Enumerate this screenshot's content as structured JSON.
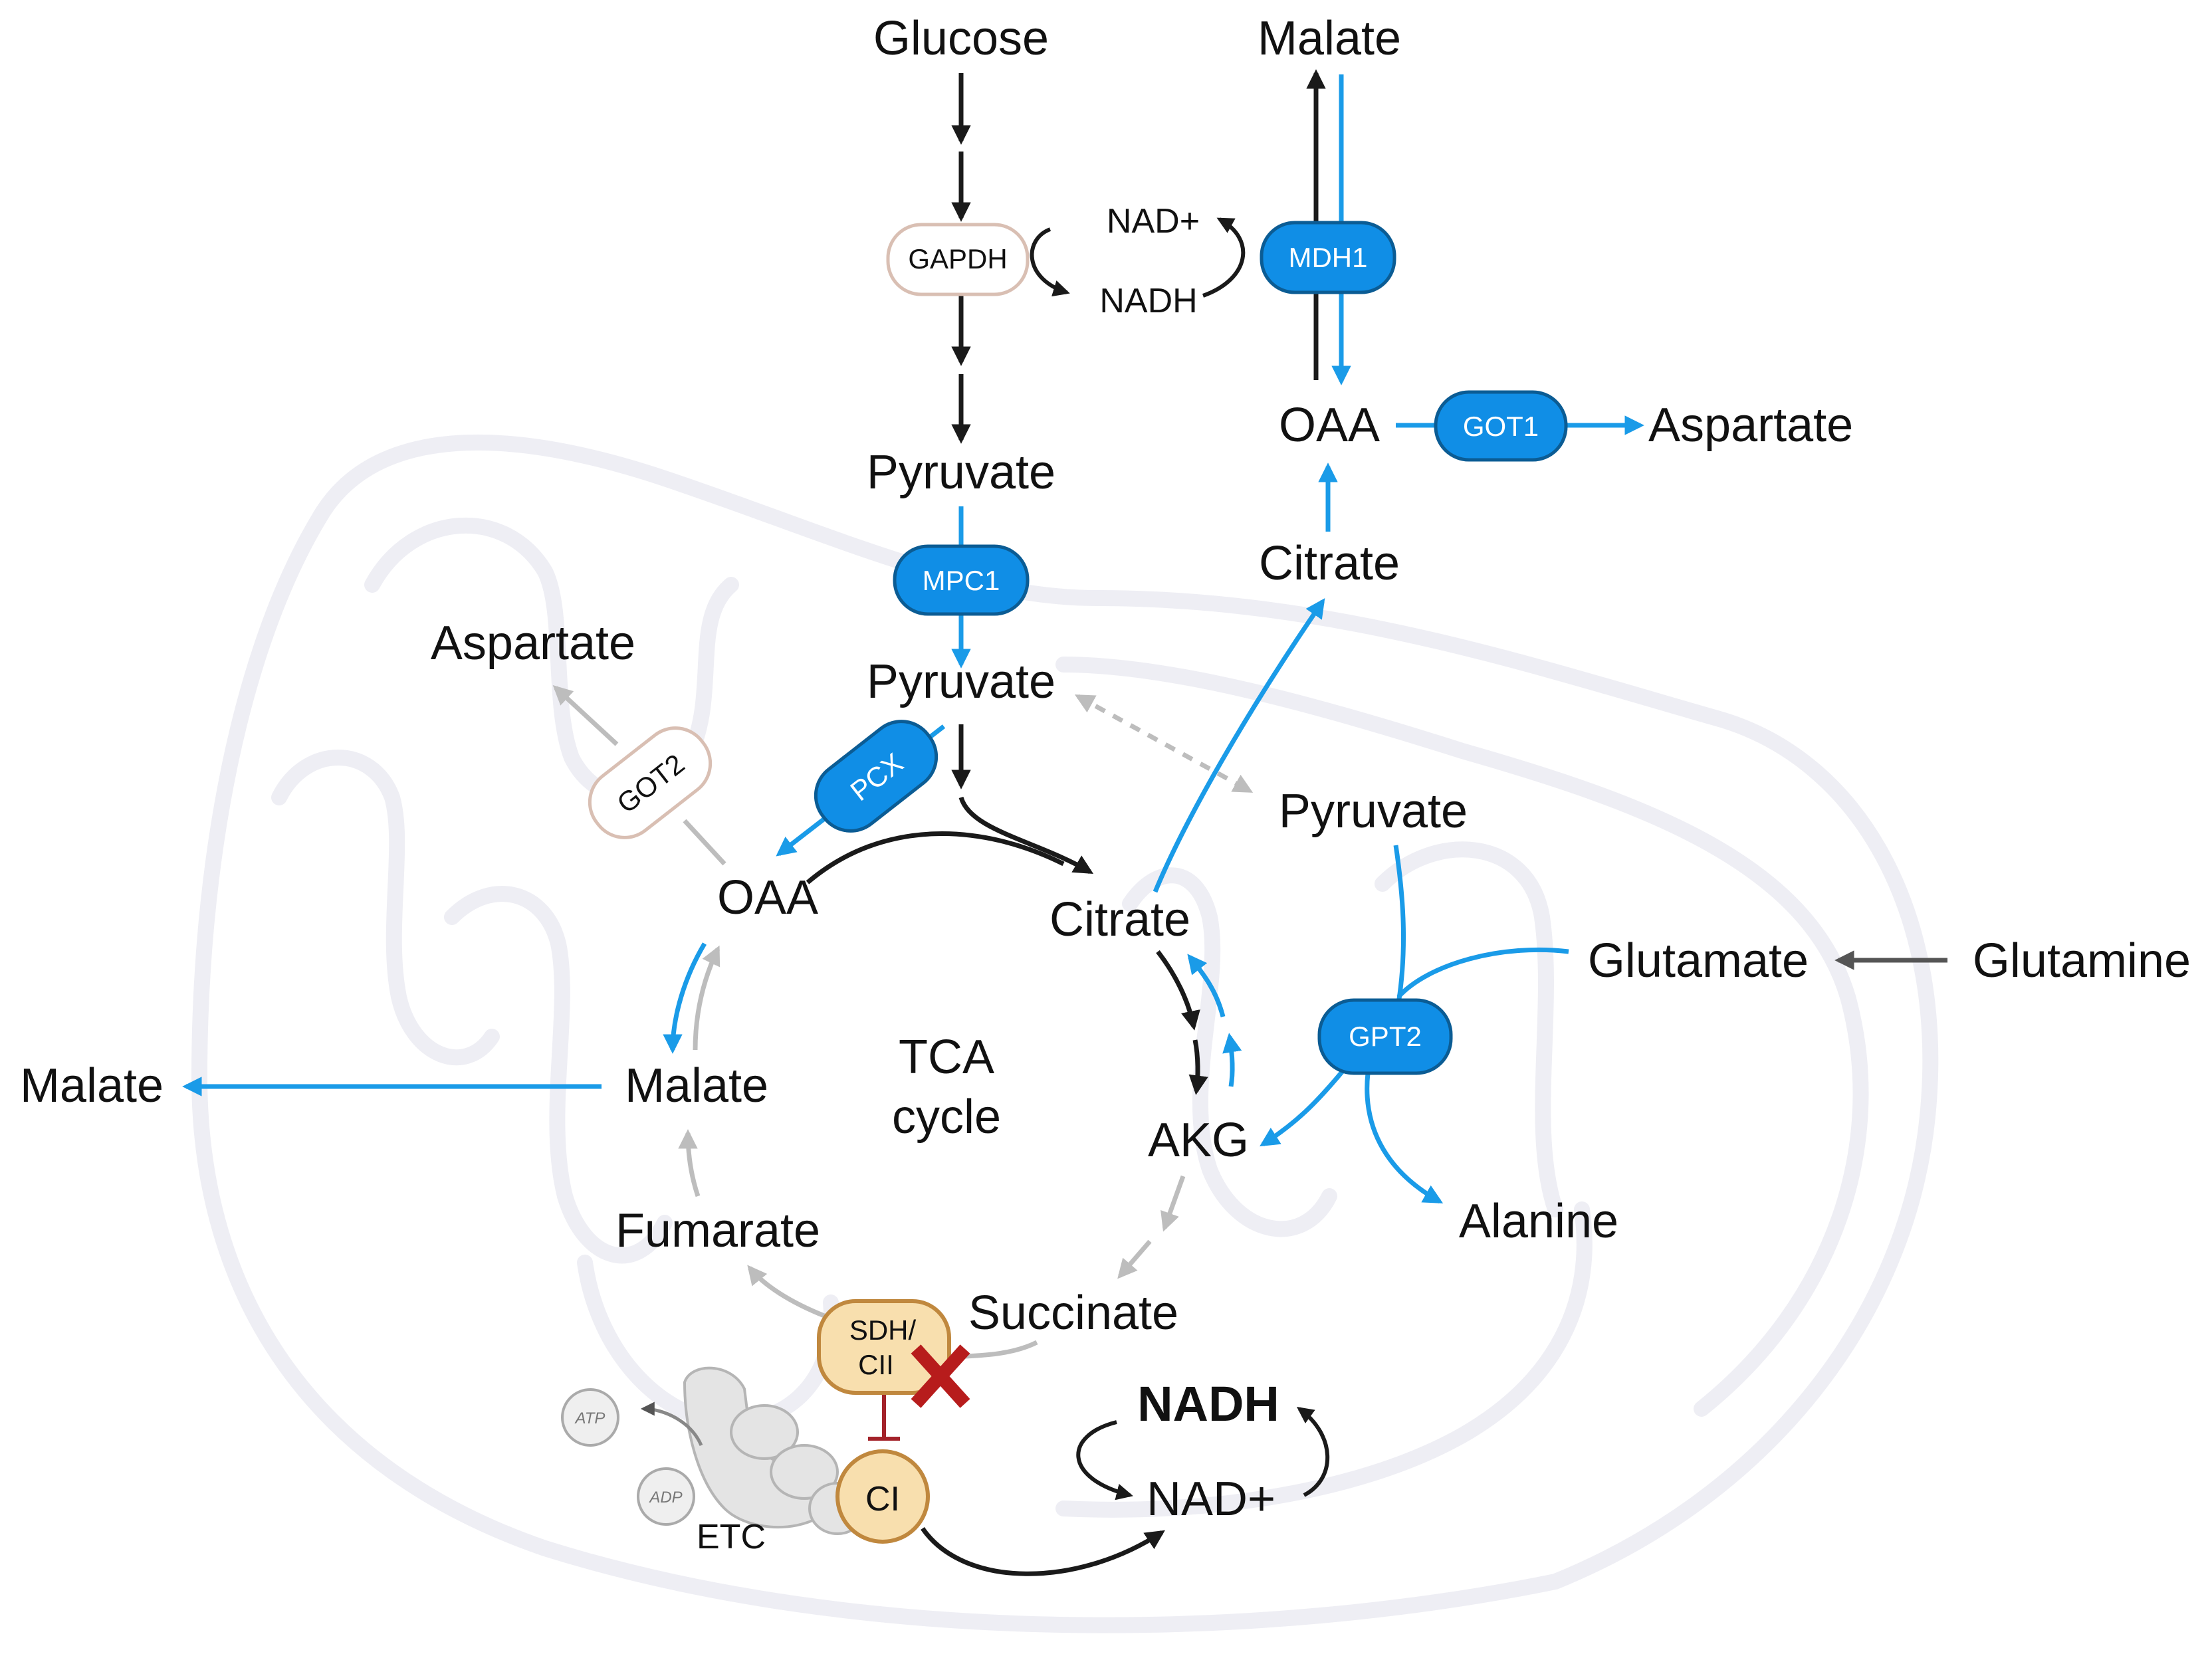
{
  "colors": {
    "blue": "#1A9BE8",
    "blue_enzyme_fill": "#108EE6",
    "blue_enzyme_stroke": "#0B5C94",
    "black": "#1a1a1a",
    "grey": "#BDBDBD",
    "membrane": "#EEEEF4",
    "neutral_enzyme_fill": "#FFFFFF",
    "neutral_enzyme_stroke": "#D9BFB3",
    "complex_fill": "#F8DFAE",
    "complex_stroke": "#C0883E",
    "inhibit": "#A3222A",
    "cross": "#B71C1C"
  },
  "metabolites": {
    "glucose": "Glucose",
    "nad_plus_top": "NAD+",
    "nadh_top": "NADH",
    "pyruvate_cyto": "Pyruvate",
    "malate_top": "Malate",
    "oaa_cyto": "OAA",
    "aspartate_cyto": "Aspartate",
    "citrate_cyto": "Citrate",
    "pyruvate_mito": "Pyruvate",
    "aspartate_mito": "Aspartate",
    "oaa_mito": "OAA",
    "citrate_mito": "Citrate",
    "pyruvate_right": "Pyruvate",
    "glutamate": "Glutamate",
    "glutamine": "Glutamine",
    "malate_mito": "Malate",
    "malate_left": "Malate",
    "akg": "AKG",
    "alanine": "Alanine",
    "fumarate": "Fumarate",
    "succinate": "Succinate",
    "nadh_bottom": "NADH",
    "nad_plus_bottom": "NAD+",
    "etc": "ETC",
    "tca_line1": "TCA",
    "tca_line2": "cycle"
  },
  "enzymes": {
    "gapdh": "GAPDH",
    "mdh1": "MDH1",
    "got1": "GOT1",
    "mpc1": "MPC1",
    "pcx": "PCX",
    "got2": "GOT2",
    "gpt2": "GPT2",
    "sdh_line1": "SDH/",
    "sdh_line2": "CII",
    "ci": "CI",
    "atp": "ATP",
    "adp": "ADP"
  }
}
